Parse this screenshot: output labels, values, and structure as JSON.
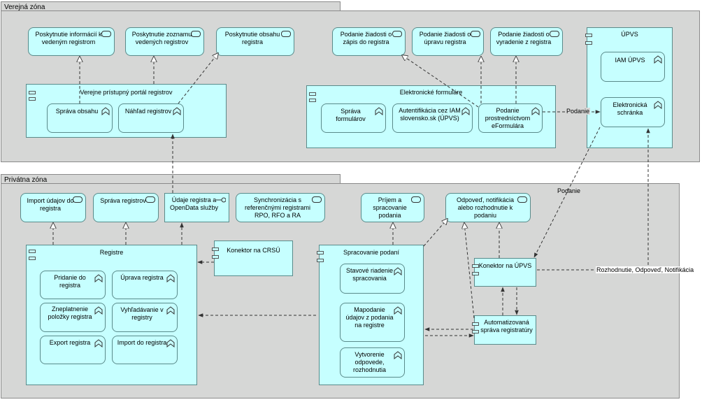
{
  "zones": {
    "public": "Verejná zóna",
    "private": "Privátna zóna"
  },
  "services": {
    "info_vedeny": "Poskytnutie informácií k vedeným registrom",
    "zoznam": "Poskytnutie zoznamu vedených registrov",
    "obsah": "Poskytnutie obsahu registra",
    "zapis": "Podanie žiadosti o zápis do registra",
    "uprava": "Podanie žiadosti o úpravu registra",
    "vyradenie": "Podanie žiadosti o vyradenie z registra",
    "import": "Import údajov do registra",
    "sprava_reg": "Správa registrov",
    "synchronizacia": "Synchronizácia s referenčnými registrami RPO, RFO a RA",
    "prijem": "Príjem a spracovanie podania",
    "odpoved": "Odpoveď, notifikácia alebo rozhodnutie k podaniu"
  },
  "interfaces": {
    "opendata": "Údaje registra a OpenData služby"
  },
  "components": {
    "portal": "Verejne prístupný portál registrov",
    "formulare": "Elektronické formuláre",
    "upvs": "ÚPVS",
    "registre": "Registre",
    "konektor_crsu": "Konektor na CRSÚ",
    "spracovanie": "Spracovanie podaní",
    "konektor_upvs": "Konektor na ÚPVS",
    "registratura": "Automatizovaná správa registratúry"
  },
  "functions": {
    "sprava_obsahu": "Správa obsahu",
    "nahlad": "Náhľad registrov",
    "sprava_formularov": "Správa formulárov",
    "autentifikacia": "Autentifikácia cez IAM slovensko.sk (ÚPVS)",
    "podanie_eform": "Podanie prostredníctvom eFormulára",
    "iam": "IAM ÚPVS",
    "schranka": "Elektronická schránka",
    "pridanie": "Pridanie do registra",
    "uprava_reg": "Úprava registra",
    "zneplatnenie": "Zneplatnenie položky registra",
    "vyhladavanie": "Vyhľadávanie v registry",
    "export": "Export registra",
    "import_reg": "Import do registra",
    "stavove": "Stavové riadenie spracovania",
    "mapovanie": "Mapodanie údajov z podania na registre",
    "vytvorenie": "Vytvorenie odpovede, rozhodnutia"
  },
  "edges": {
    "podanie1": "Podanie",
    "podanie2": "Podanie",
    "rozhodnutie": "Rozhodnutie, Odpoveď, Notifikácia"
  }
}
